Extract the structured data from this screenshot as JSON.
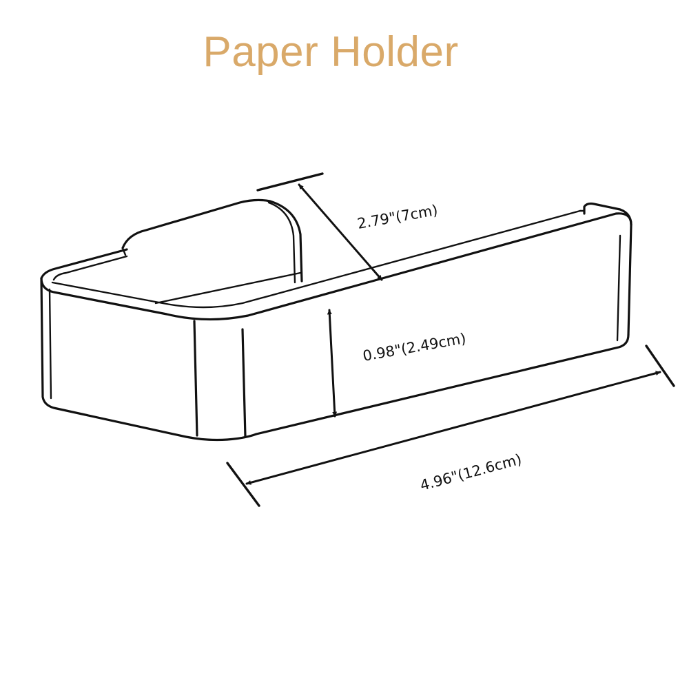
{
  "title": {
    "text": "Paper Holder",
    "color": "#D9A969"
  },
  "dimensions": {
    "depth": "2.79\"(7cm)",
    "height": "0.98\"(2.49cm)",
    "length": "4.96\"(12.6cm)"
  },
  "colors": {
    "line": "#111111",
    "background": "#FFFFFF"
  }
}
